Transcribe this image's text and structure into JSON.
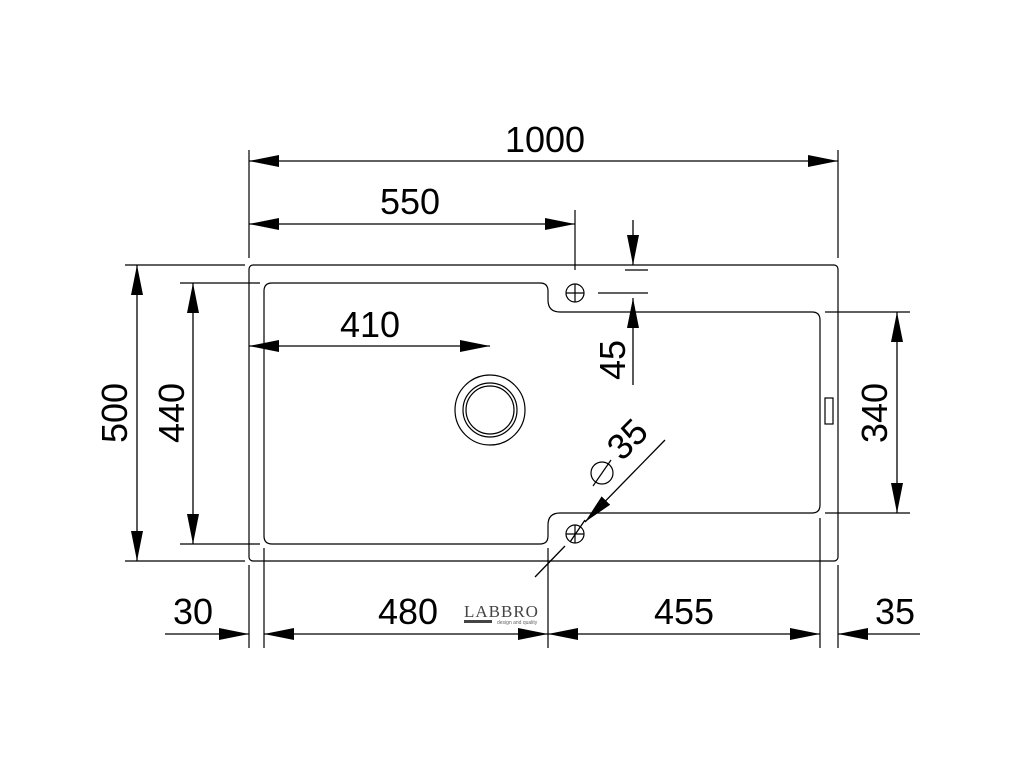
{
  "drawing": {
    "dimensions": {
      "overall_width": "1000",
      "drainer_offset": "550",
      "bowl_drain_offset": "410",
      "tap_hole_offset": "45",
      "tap_hole_diameter": "35",
      "overall_depth": "500",
      "bowl_depth": "440",
      "drainer_depth": "340",
      "left_margin": "30",
      "bowl_width": "480",
      "drainer_width": "455",
      "right_margin": "35"
    },
    "diameter_symbol": "⌀",
    "logo": {
      "name": "LABBRO",
      "tagline": "design and quality"
    }
  }
}
